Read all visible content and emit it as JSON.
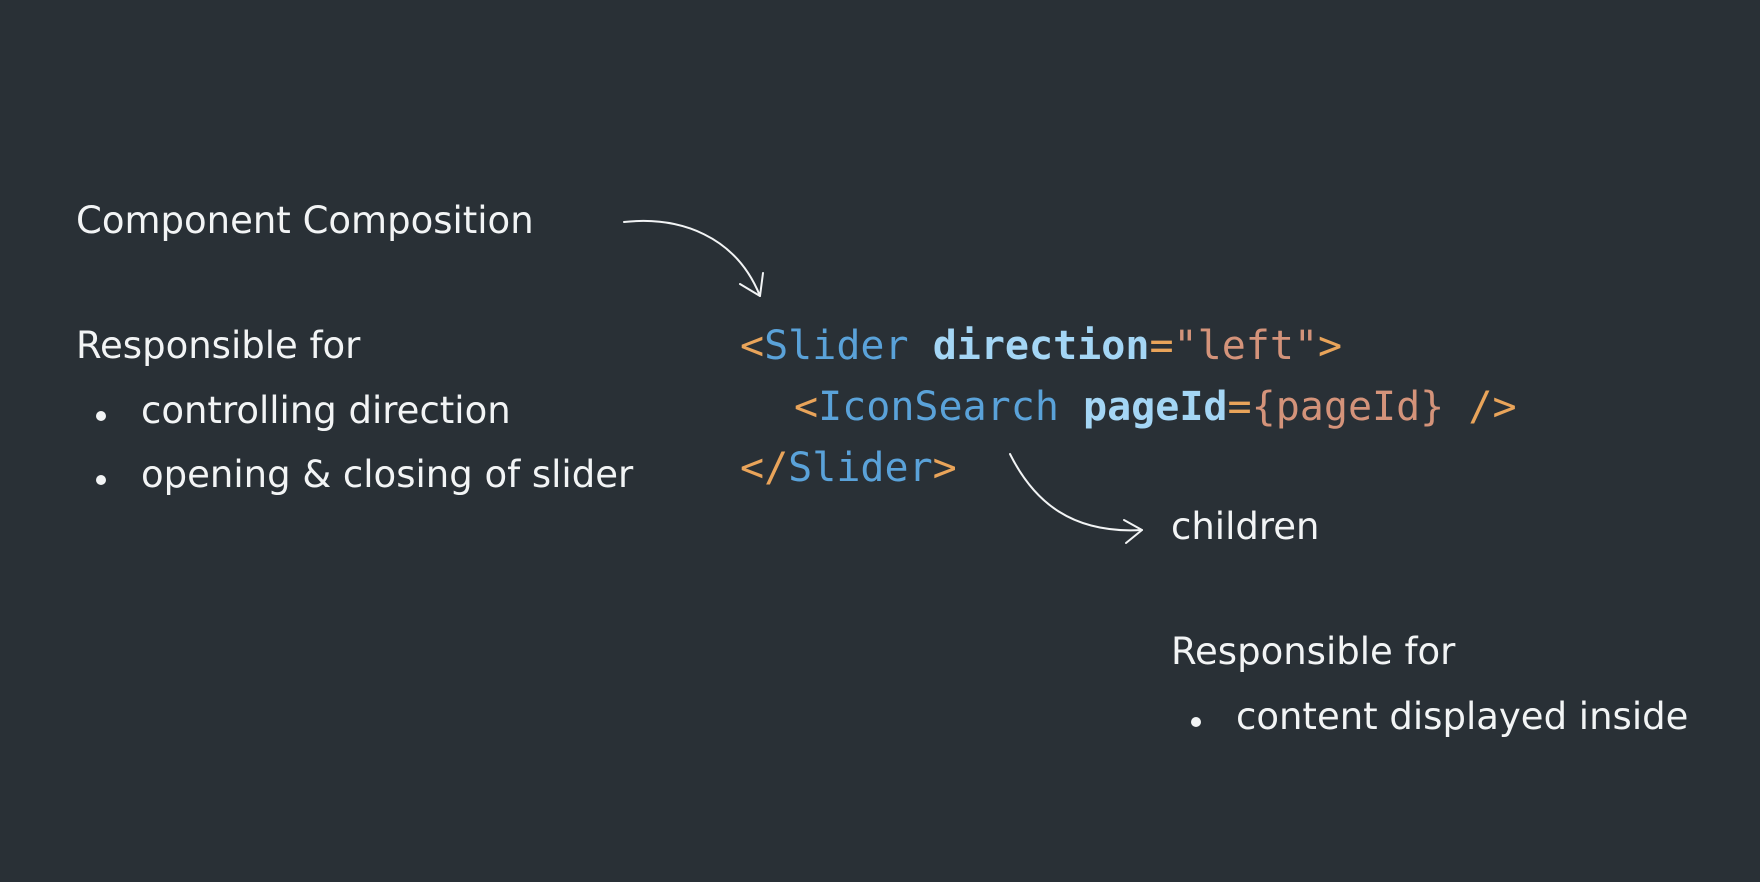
{
  "left_panel": {
    "heading": "Component Composition",
    "responsible_label": "Responsible for",
    "bullets": [
      "controlling direction",
      "opening & closing of slider"
    ]
  },
  "code": {
    "line1": {
      "open": "<",
      "tag": "Slider",
      "attr": "direction",
      "eq": "=",
      "value": "\"left\"",
      "close": ">"
    },
    "line2": {
      "open": "<",
      "tag": "IconSearch",
      "attr": "pageId",
      "eq": "=",
      "value": "{pageId}",
      "close": "/>"
    },
    "line3": {
      "open": "</",
      "tag": "Slider",
      "close": ">"
    }
  },
  "right_panel": {
    "children_label": "children",
    "responsible_label": "Responsible for",
    "bullets": [
      "content displayed inside"
    ]
  },
  "colors": {
    "background": "#293036",
    "text": "#f2f4f5",
    "punctuation": "#e9a45a",
    "tag": "#5aa2d9",
    "attribute": "#a4d6f5",
    "string": "#d4937a"
  }
}
